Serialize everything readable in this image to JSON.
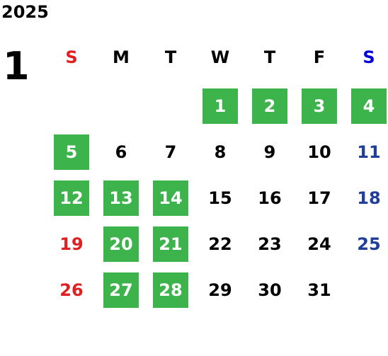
{
  "calendar": {
    "year": "2025",
    "month": "1",
    "weekdays": [
      "S",
      "M",
      "T",
      "W",
      "T",
      "F",
      "S"
    ],
    "weeks": [
      [
        "",
        "",
        "",
        "1",
        "2",
        "3",
        "4"
      ],
      [
        "5",
        "6",
        "7",
        "8",
        "9",
        "10",
        "11"
      ],
      [
        "12",
        "13",
        "14",
        "15",
        "16",
        "17",
        "18"
      ],
      [
        "19",
        "20",
        "21",
        "22",
        "23",
        "24",
        "25"
      ],
      [
        "26",
        "27",
        "28",
        "29",
        "30",
        "31",
        ""
      ]
    ],
    "highlighted_days": [
      "1",
      "2",
      "3",
      "4",
      "5",
      "12",
      "13",
      "14",
      "20",
      "21",
      "27",
      "28"
    ]
  },
  "colors": {
    "sunday": "#e02020",
    "saturday": "#1f3f99",
    "saturday_header": "#0000dd",
    "weekday": "#000000",
    "highlight_bg": "#3cb44b",
    "highlight_text": "#ffffff"
  }
}
